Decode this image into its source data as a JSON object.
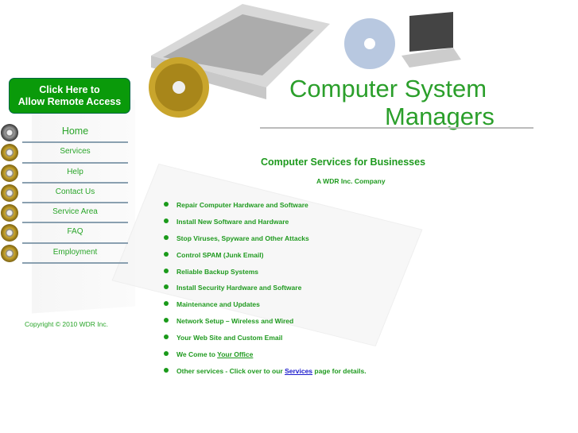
{
  "remote_button": {
    "line1": "Click Here to",
    "line2": "Allow Remote Access"
  },
  "nav": [
    {
      "label": "Home"
    },
    {
      "label": "Services"
    },
    {
      "label": "Help"
    },
    {
      "label": "Contact Us"
    },
    {
      "label": "Service Area"
    },
    {
      "label": "FAQ"
    },
    {
      "label": "Employment"
    }
  ],
  "copyright": "Copyright © 2010 WDR Inc.",
  "header": {
    "title_line1": "Computer System",
    "title_line2": "Managers"
  },
  "subtitle": "Computer Services for Businesses",
  "company": "A WDR Inc. Company",
  "services": [
    "Repair Computer Hardware and Software",
    "Install New Software and Hardware",
    "Stop Viruses, Spyware and Other Attacks",
    "Control SPAM (Junk Email)",
    "Reliable Backup Systems",
    "Install Security Hardware and Software",
    "Maintenance and Updates",
    "Network Setup – Wireless and Wired",
    "Your Web Site and Custom Email"
  ],
  "office_item": {
    "prefix": "We Come to ",
    "link": "Your Office"
  },
  "other_item": {
    "prefix": "Other services - Click over to our ",
    "link": "Services",
    "suffix": " page for details."
  }
}
